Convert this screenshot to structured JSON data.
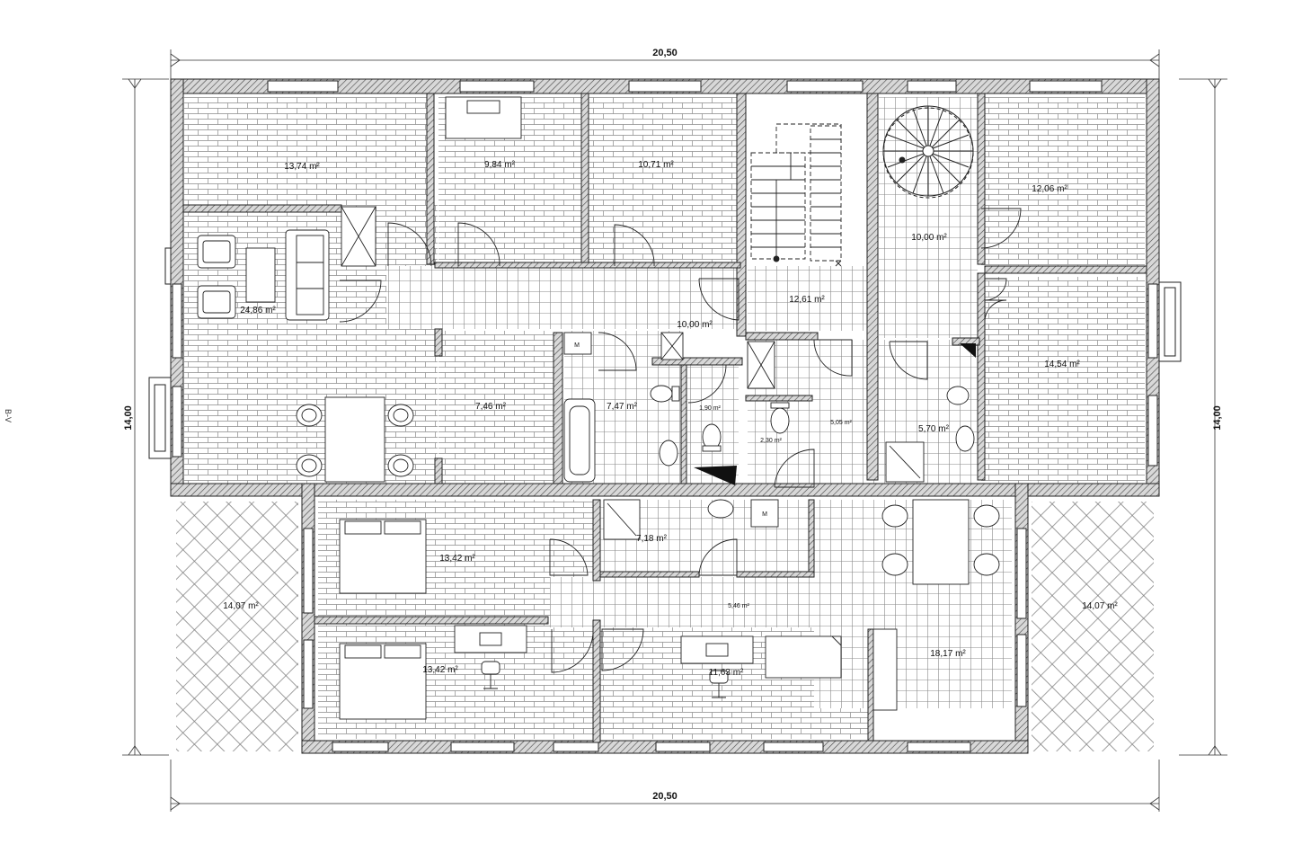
{
  "dimensions": {
    "top_width": "20,50",
    "bottom_width": "20,50",
    "left_height": "14,00",
    "right_height": "14,00"
  },
  "edge_mark": "B-V",
  "rooms": [
    {
      "id": "r01",
      "area": "13,74",
      "unit": "m²"
    },
    {
      "id": "r02",
      "area": "9,84",
      "unit": "m²"
    },
    {
      "id": "r03",
      "area": "10,71",
      "unit": "m²"
    },
    {
      "id": "r04",
      "area": "12,06",
      "unit": "m²"
    },
    {
      "id": "r05",
      "area": "10,00",
      "unit": "m²"
    },
    {
      "id": "r06",
      "area": "24,86",
      "unit": "m²"
    },
    {
      "id": "r07",
      "area": "12,61",
      "unit": "m²"
    },
    {
      "id": "r08",
      "area": "10,00",
      "unit": "m²"
    },
    {
      "id": "r09",
      "area": "14,54",
      "unit": "m²"
    },
    {
      "id": "r10",
      "area": "7,46",
      "unit": "m²"
    },
    {
      "id": "r11",
      "area": "7,47",
      "unit": "m²"
    },
    {
      "id": "r12",
      "area": "1,90",
      "unit": "m²"
    },
    {
      "id": "r13",
      "area": "2,30",
      "unit": "m²"
    },
    {
      "id": "r14",
      "area": "5,05",
      "unit": "m²"
    },
    {
      "id": "r15",
      "area": "5,70",
      "unit": "m²"
    },
    {
      "id": "r16",
      "area": "14,07",
      "unit": "m²"
    },
    {
      "id": "r17",
      "area": "13,42",
      "unit": "m²"
    },
    {
      "id": "r18",
      "area": "7,18",
      "unit": "m²"
    },
    {
      "id": "r19",
      "area": "5,46",
      "unit": "m²"
    },
    {
      "id": "r20",
      "area": "14,07",
      "unit": "m²"
    },
    {
      "id": "r21",
      "area": "13,42",
      "unit": "m²"
    },
    {
      "id": "r22",
      "area": "11,63",
      "unit": "m²"
    },
    {
      "id": "r23",
      "area": "18,17",
      "unit": "m²"
    }
  ],
  "fixture_marks": {
    "meter_box_1": "M",
    "meter_box_2": "M"
  }
}
